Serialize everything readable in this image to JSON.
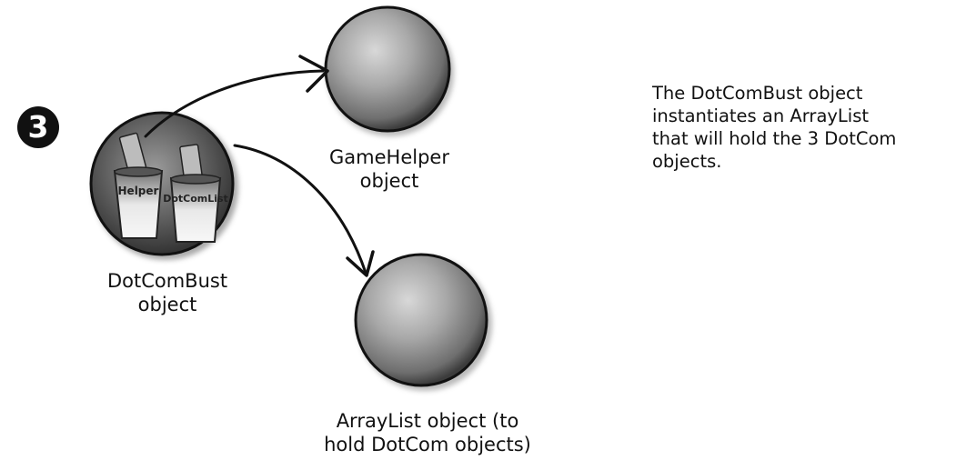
{
  "diagram": {
    "step_number": "3",
    "nodes": {
      "dotcombust": {
        "label_line1": "DotComBust",
        "label_line2": "object",
        "cup_labels": [
          "Helper",
          "DotComList"
        ]
      },
      "gamehelper": {
        "label_line1": "GameHelper",
        "label_line2": "object"
      },
      "arraylist": {
        "label_line1": "ArrayList object (to",
        "label_line2": "hold DotCom objects)"
      }
    },
    "edges": [
      {
        "from": "DotComBust object",
        "to": "GameHelper object"
      },
      {
        "from": "DotComBust object",
        "to": "ArrayList object"
      }
    ],
    "description_lines": [
      "The DotComBust object",
      "instantiates an ArrayList",
      "that will hold the 3 DotCom",
      "objects."
    ]
  },
  "colors": {
    "sphere_light": "#cfcfcf",
    "sphere_mid": "#9c9c9c",
    "sphere_dark": "#4a4a4a",
    "outline": "#111111",
    "badge": "#111111"
  }
}
